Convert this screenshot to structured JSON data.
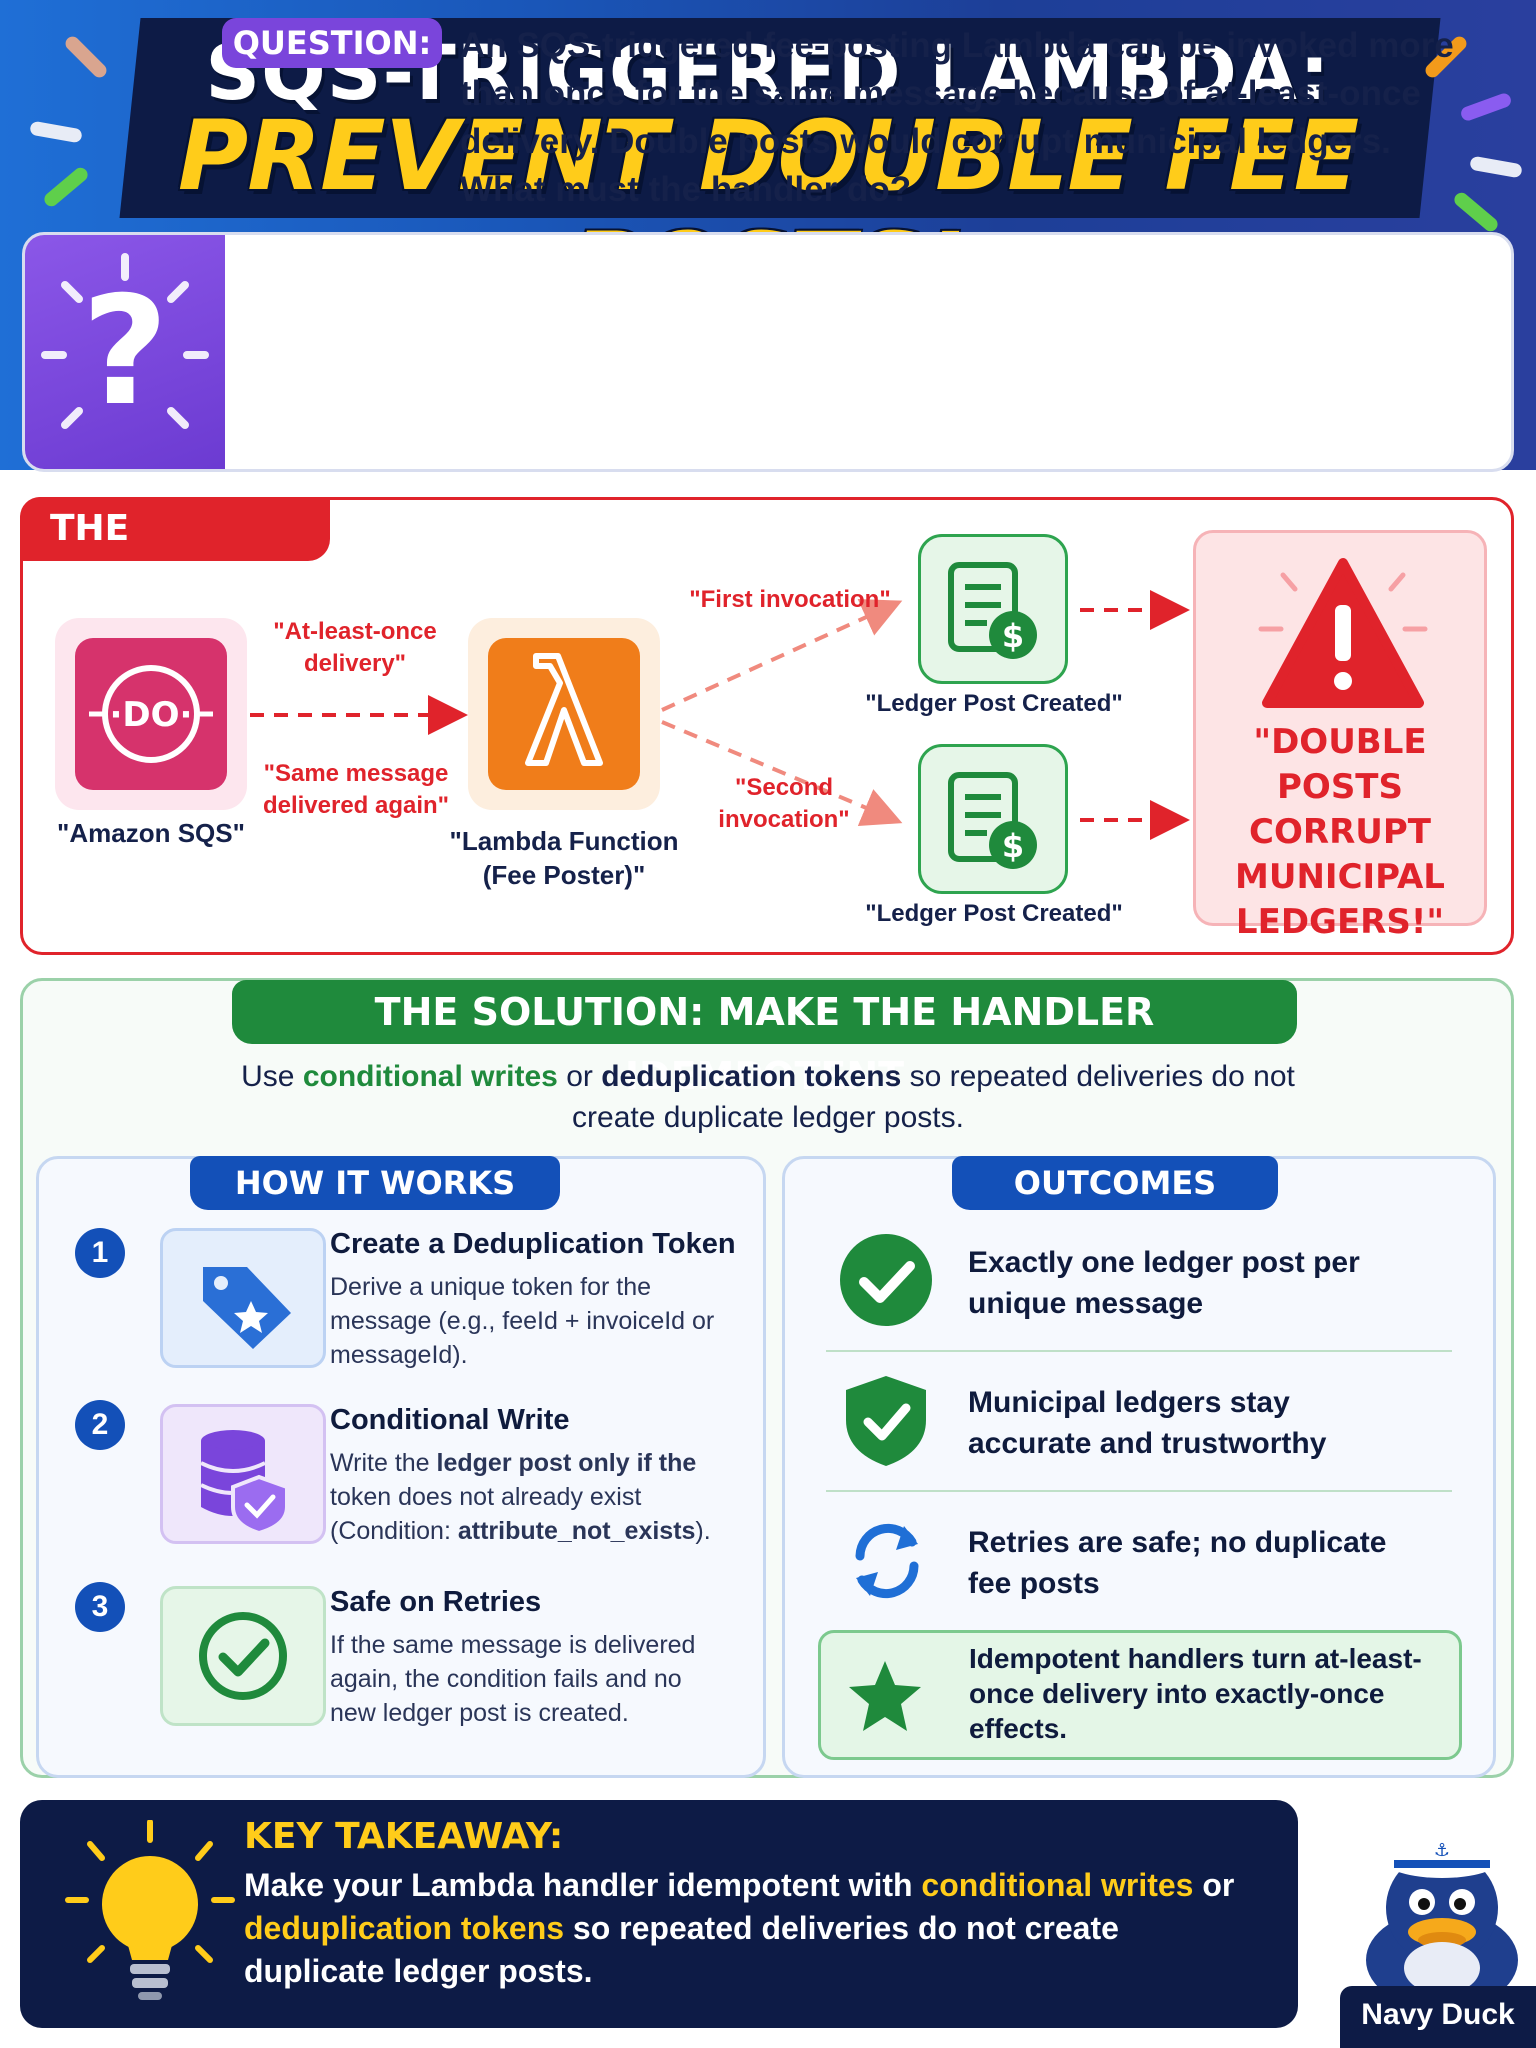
{
  "header": {
    "title_line1": "SQS-TRIGGERED LAMBDA:",
    "title_line2": "PREVENT DOUBLE FEE POSTS!"
  },
  "question": {
    "label": "QUESTION:",
    "text": "An SQS-triggered fee-posting Lambda can be invoked more than once for the same message because of at-least-once delivery. Double posts would corrupt municipal ledgers. What must the handler do?"
  },
  "problem": {
    "tag": "THE PROBLEM",
    "sqs_label": "\"Amazon SQS\"",
    "arrow_top_label": "\"At-least-once delivery\"",
    "arrow_bottom_label": "\"Same message delivered again\"",
    "lambda_label_line1": "\"Lambda Function",
    "lambda_label_line2": "(Fee Poster)\"",
    "first_invocation": "\"First invocation\"",
    "second_invocation": "\"Second invocation\"",
    "ledger_post_1": "\"Ledger Post Created\"",
    "ledger_post_2": "\"Ledger Post Created\"",
    "warning_text": "\"DOUBLE POSTS CORRUPT MUNICIPAL LEDGERS!\""
  },
  "solution": {
    "banner": "THE SOLUTION: MAKE THE HANDLER IDEMPOTENT",
    "sub_prefix": "Use ",
    "sub_hl1": "conditional writes",
    "sub_mid": " or ",
    "sub_bold": "deduplication tokens",
    "sub_suffix": " so repeated deliveries do not create duplicate ledger posts.",
    "how_it_works": {
      "title": "HOW IT WORKS",
      "steps": [
        {
          "num": "1",
          "title": "Create a Deduplication Token",
          "desc": "Derive a unique token for the message (e.g., feeId + invoiceId or messageId).",
          "icon": "tag-star-icon"
        },
        {
          "num": "2",
          "title": "Conditional Write",
          "desc_1": "Write the ",
          "desc_2": "ledger post",
          "desc_3": " ",
          "desc_4": "only if the",
          "desc_5": " token does not already exist (Condition: ",
          "desc_6": "attribute_not_exists",
          "desc_7": ").",
          "icon": "database-shield-icon"
        },
        {
          "num": "3",
          "title": "Safe on Retries",
          "desc": "If the same message is delivered again, the condition fails and no new ledger post is created.",
          "icon": "check-circle-icon"
        }
      ]
    },
    "outcomes": {
      "title": "OUTCOMES",
      "items": [
        {
          "text": "Exactly one ledger post per unique message",
          "icon": "check-circle-icon"
        },
        {
          "text": "Municipal ledgers stay accurate and trustworthy",
          "icon": "shield-check-icon"
        },
        {
          "text": "Retries are safe; no duplicate fee posts",
          "icon": "refresh-icon"
        }
      ],
      "callout": "Idempotent handlers turn at-least-once delivery into exactly-once effects."
    }
  },
  "takeaway": {
    "title": "KEY TAKEAWAY:",
    "t1": "Make your Lambda handler idempotent with ",
    "hl1": "conditional writes",
    "t2": " or ",
    "hl2": "deduplication tokens",
    "t3": " so repeated deliveries do not create duplicate ledger posts."
  },
  "mascot": {
    "label": "Navy Duck"
  },
  "colors": {
    "red": "#e0232b",
    "green": "#1f8a3c",
    "navy": "#0d1b46",
    "blue": "#1350b8",
    "yellow": "#ffcc1a",
    "purple": "#7a45db",
    "sqs_pink": "#d6336c",
    "lambda_orange": "#f07d1a"
  }
}
